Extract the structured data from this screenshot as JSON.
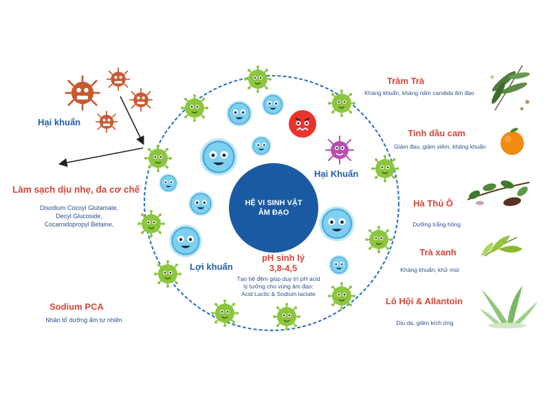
{
  "center": {
    "line1": "HỆ VI SINH VẬT",
    "line2": "ÂM ĐẠO"
  },
  "left": {
    "harmful_label": "Hại khuẩn",
    "cleansing": {
      "title": "Làm sạch dịu nhẹ, đa cơ chế",
      "lines": [
        "Disodium Cocoyl Glutamate,",
        "Decyl Glucoside,",
        "Cocamidopropyl Betaine,"
      ]
    },
    "sodium_pca": {
      "title": "Sodium PCA",
      "desc": "Nhân tố dưỡng ẩm tự nhiên"
    }
  },
  "inner": {
    "harmful_label": "Hại Khuẩn",
    "beneficial_label": "Lợi khuẩn",
    "ph": {
      "title": "pH sinh lý",
      "range": "3,8-4,5",
      "lines": [
        "Tạo hệ đệm giúp duy trì pH acid",
        "lý tưởng cho vùng âm đạo:",
        "Acid Lactic & Sodium lactate"
      ]
    }
  },
  "right": [
    {
      "title": "Tràm Trà",
      "desc": "Kháng khuẩn, kháng nấm candida âm đạo",
      "icon": "tea-tree-branch-icon"
    },
    {
      "title": "Tinh dầu cam",
      "desc": "Giảm đau, giảm viêm, kháng khuẩn",
      "icon": "orange-fruit-icon"
    },
    {
      "title": "Hà Thủ Ô",
      "desc": "Dưỡng trắng hồng",
      "icon": "ha-thu-o-herb-icon"
    },
    {
      "title": "Trà xanh",
      "desc": "Kháng khuẩn, khử mùi",
      "icon": "green-tea-leaf-icon"
    },
    {
      "title": "Lô Hội & Allantoin",
      "desc": "Dịu da, giảm kích ứng",
      "icon": "aloe-vera-icon"
    }
  ],
  "colors": {
    "ring": "#2f78c4",
    "center": "#1a5aa3",
    "title_red": "#d9443a",
    "title_blue": "#1f5fa8",
    "green_microbe": "#8cc63f",
    "blue_microbe": "#7fd0f0",
    "red_microbe": "#e8342c",
    "purple_microbe": "#b84fb0",
    "brown_microbe": "#c85a32"
  }
}
